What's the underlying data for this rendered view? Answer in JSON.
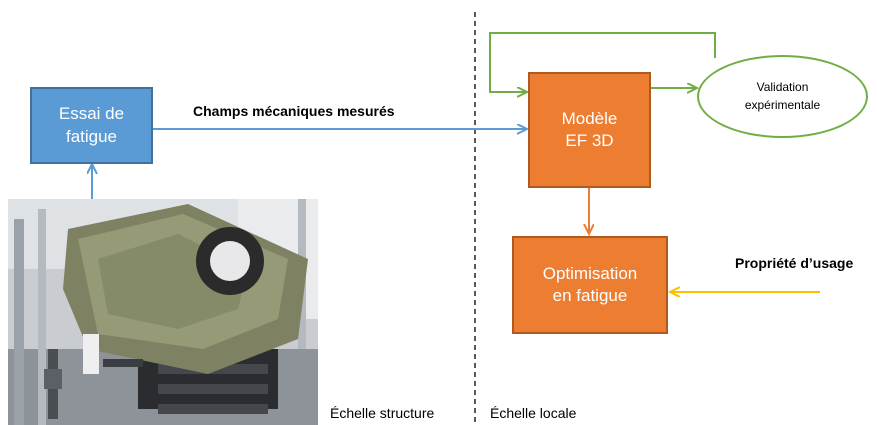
{
  "boxes": {
    "essai": {
      "lines": [
        "Essai de",
        "fatigue"
      ],
      "color": "#5b9bd5"
    },
    "modele": {
      "lines": [
        "Modèle",
        "EF 3D"
      ],
      "color": "#ed7d31"
    },
    "optimisation": {
      "lines": [
        "Optimisation",
        "en fatigue"
      ],
      "color": "#ed7d31"
    }
  },
  "validation": {
    "lines": [
      "Validation",
      "expérimentale"
    ],
    "border_color": "#70ad47"
  },
  "labels": {
    "champs": "Champs mécaniques mesurés",
    "propriete": "Propriété d’usage",
    "echelle_structure": "Échelle structure",
    "echelle_locale": "Échelle locale"
  },
  "arrow_colors": {
    "blue": "#5b9bd5",
    "green": "#70ad47",
    "orange": "#ed7d31",
    "yellow": "#ffc000"
  },
  "photo": {
    "icon": "fatigue-test-rig-photo"
  }
}
